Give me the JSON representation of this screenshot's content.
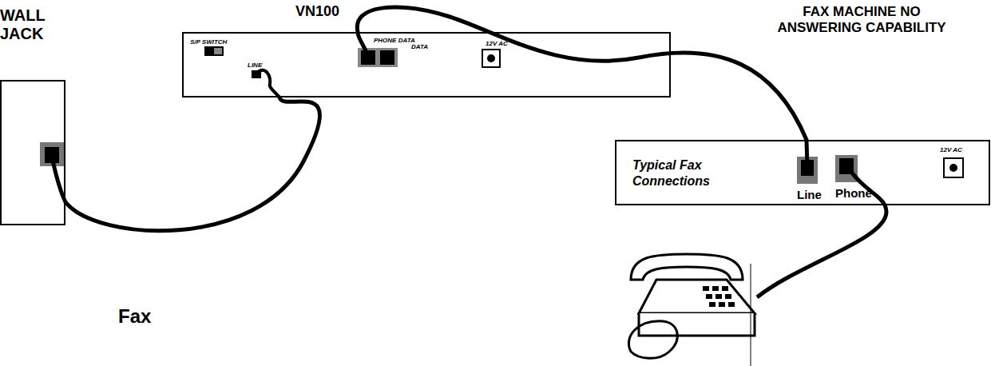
{
  "diagram": {
    "nodes": [
      {
        "text": [
          "WALL JACK"
        ]
      },
      {
        "text": [
          "VN100",
          "S/P SWITCH",
          "LINE",
          "PHONE DATA",
          "DATA",
          "12V AC"
        ]
      },
      {
        "text": [
          "FAX MACHINE NO ANSWERING CAPABILITY",
          "Typical Fax Connections",
          "Line",
          "Phone",
          "12V AC"
        ]
      }
    ],
    "edges": [
      {
        "from": 0,
        "to": 1,
        "arrow": "none"
      },
      {
        "from": 1,
        "to": 2,
        "arrow": "none"
      }
    ],
    "labels": [
      "Fax"
    ]
  }
}
